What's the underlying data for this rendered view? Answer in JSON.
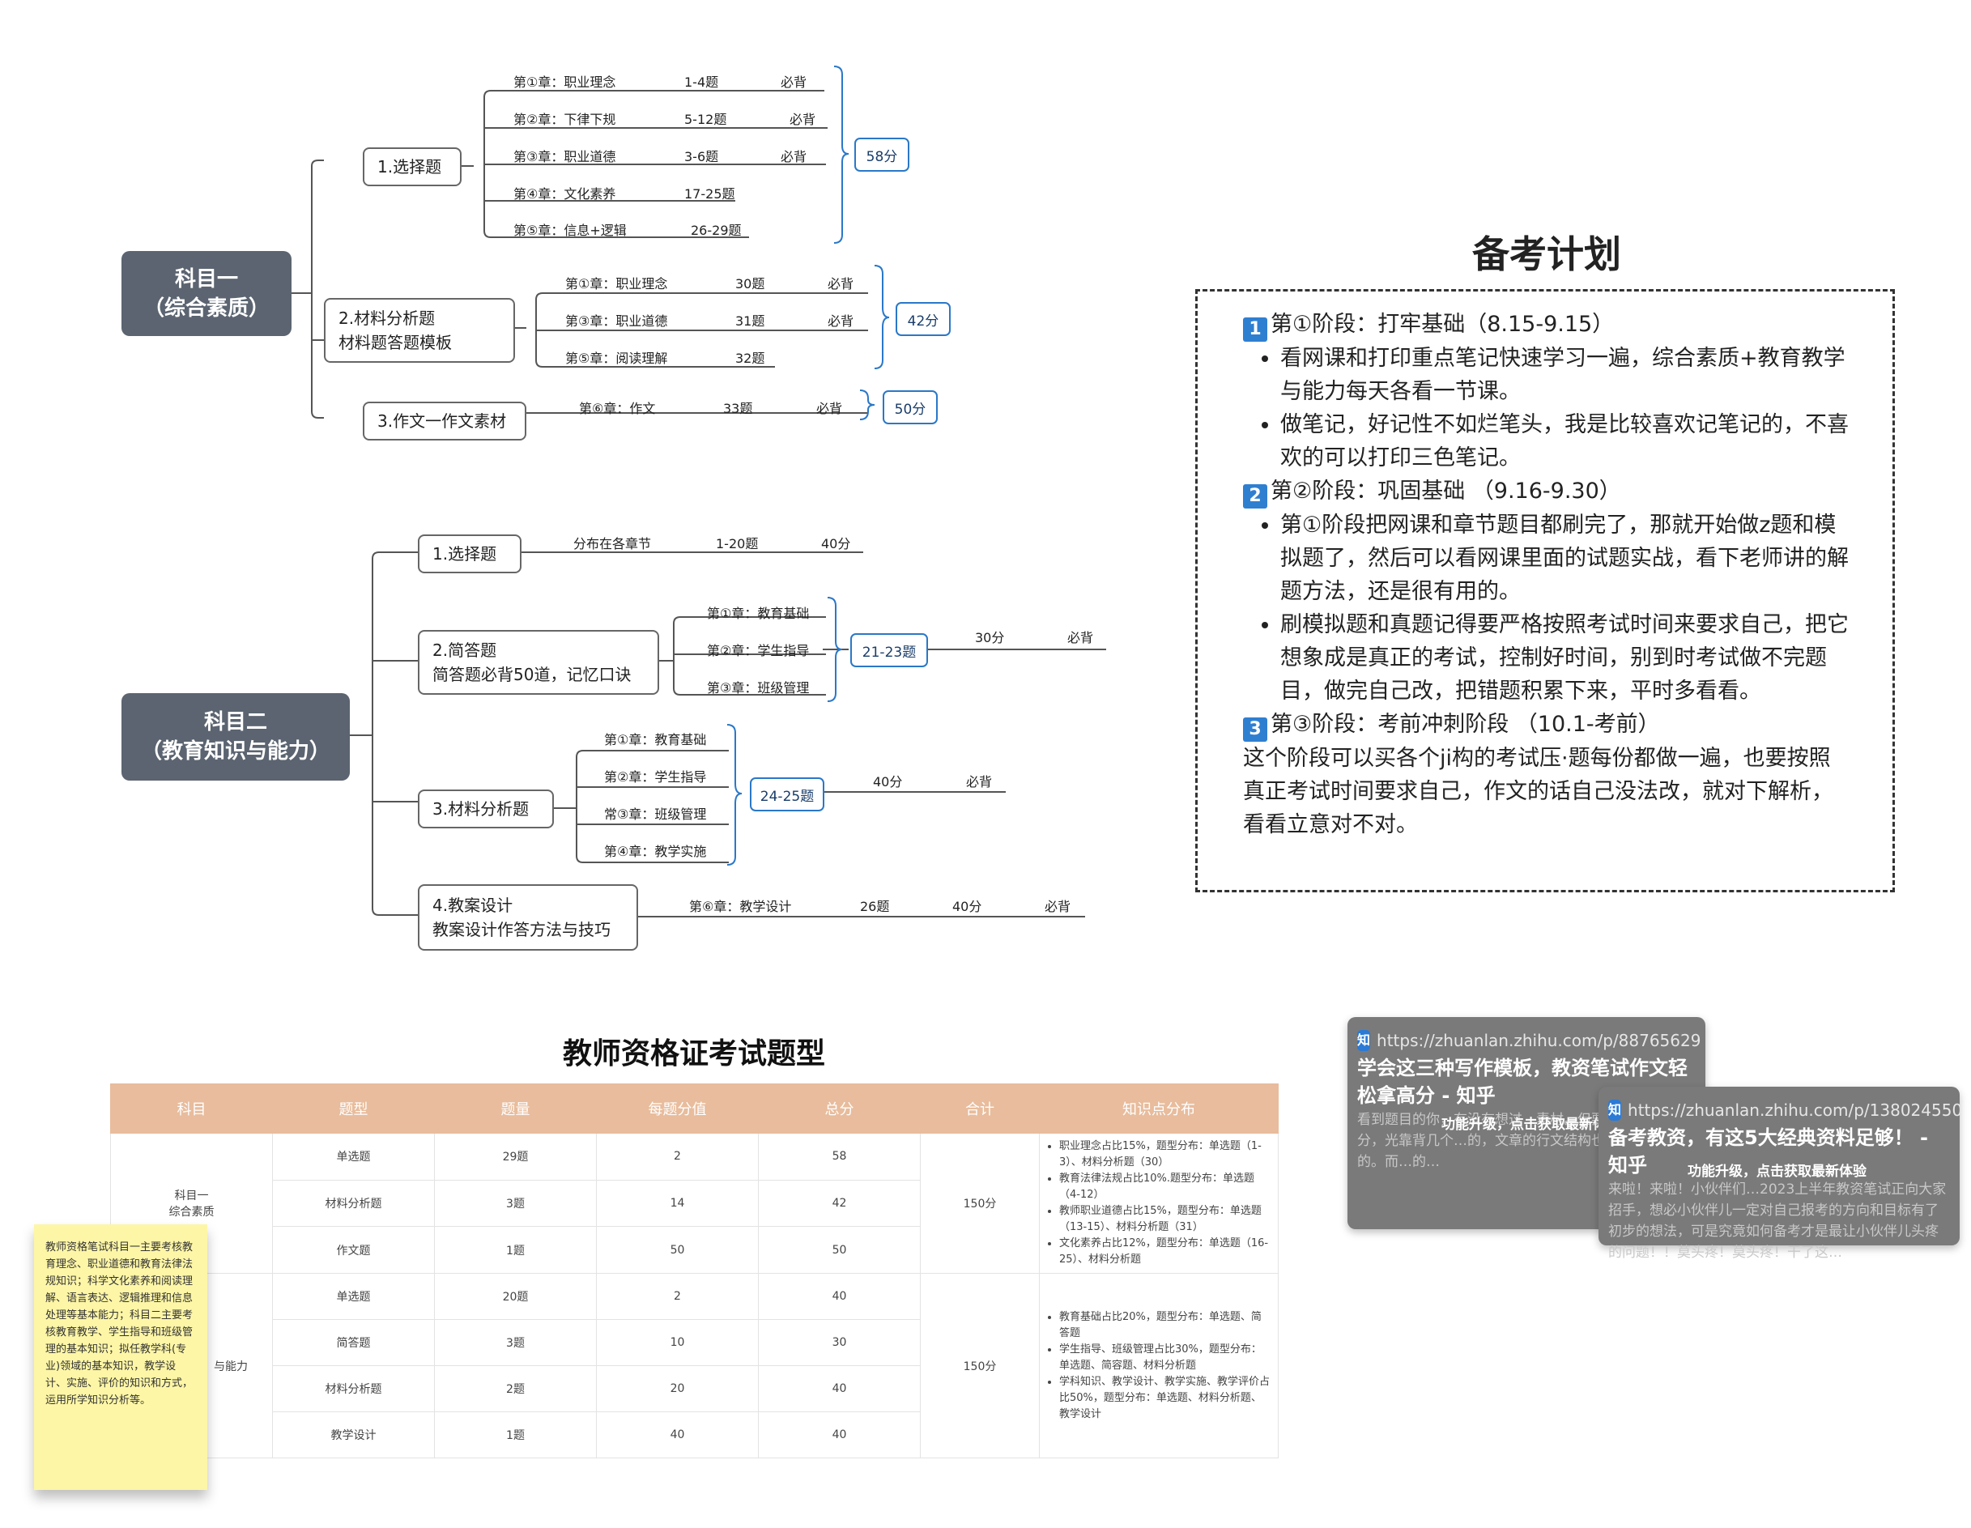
{
  "mindmap1": {
    "root": "科目一\n（综合素质）",
    "choice": {
      "label": "1.选择题",
      "rows": [
        {
          "chapter": "第①章：职业理念",
          "questions": "1-4题",
          "note": "必背"
        },
        {
          "chapter": "第②章：下律下规",
          "questions": "5-12题",
          "note": "必背"
        },
        {
          "chapter": "第③章：职业道德",
          "questions": "3-6题",
          "note": "必背"
        },
        {
          "chapter": "第④章：文化素养",
          "questions": "17-25题",
          "note": ""
        },
        {
          "chapter": "第⑤章：信息+逻辑",
          "questions": "26-29题",
          "note": ""
        }
      ],
      "score": "58分"
    },
    "material": {
      "label": "2.材料分析题\n材料题答题模板",
      "rows": [
        {
          "chapter": "第①章：职业理念",
          "questions": "30题",
          "note": "必背"
        },
        {
          "chapter": "第③章：职业道德",
          "questions": "31题",
          "note": "必背"
        },
        {
          "chapter": "第⑤章：阅读理解",
          "questions": "32题",
          "note": ""
        }
      ],
      "score": "42分"
    },
    "essay": {
      "label": "3.作文一作文素材",
      "row": {
        "chapter": "第⑥章：作文",
        "questions": "33题",
        "note": "必背"
      },
      "score": "50分"
    }
  },
  "mindmap2": {
    "root": "科目二\n（教育知识与能力）",
    "choice": {
      "label": "1.选择题",
      "row": {
        "chapter": "分布在各章节",
        "questions": "1-20题",
        "score": "40分"
      }
    },
    "short": {
      "label": "2.简答题\n简答题必背50道，记忆口诀",
      "rows": [
        "第①章：教育基础",
        "第②章：学生指导",
        "第③章：班级管理"
      ],
      "tag": "21-23题",
      "score": "30分",
      "note": "必背"
    },
    "material": {
      "label": "3.材料分析题",
      "rows": [
        "第①章：教育基础",
        "第②章：学生指导",
        "常③章：班级管理",
        "第④章：教学实施"
      ],
      "tag": "24-25题",
      "score": "40分",
      "note": "必背"
    },
    "design": {
      "label": "4.教案设计\n教案设计作答方法与技巧",
      "row": {
        "chapter": "第⑥章：教学设计",
        "questions": "26题",
        "score": "40分",
        "note": "必背"
      }
    }
  },
  "plan": {
    "title": "备考计划",
    "stage1": {
      "num": "1",
      "title": "第①阶段：打牢基础（8.15-9.15）",
      "bullets": [
        "看网课和打印重点笔记快速学习一遍，综合素质+教育教学与能力每天各看一节课。",
        "做笔记，好记性不如烂笔头，我是比较喜欢记笔记的，不喜欢的可以打印三色笔记。"
      ]
    },
    "stage2": {
      "num": "2",
      "title": "第②阶段：巩固基础 （9.16-9.30）",
      "bullets": [
        "第①阶段把网课和章节题目都刷完了，那就开始做z题和模拟题了，然后可以看网课里面的试题实战，看下老师讲的解题方法，还是很有用的。",
        "刷模拟题和真题记得要严格按照考试时间来要求自己，把它想象成是真正的考试，控制好时间，别到时考试做不完题目，做完自己改，把错题积累下来，平时多看看。"
      ]
    },
    "stage3": {
      "num": "3",
      "title": "第③阶段：考前冲刺阶段 （10.1-考前）",
      "text": "这个阶段可以买各个ji构的考试压·题每份都做一遍，也要按照真正考试时间要求自己，作文的话自己没法改，就对下解析，看看立意对不对。"
    }
  },
  "table": {
    "title": "教师资格证考试题型",
    "headers": [
      "科目",
      "题型",
      "题量",
      "每题分值",
      "总分",
      "合计",
      "知识点分布"
    ],
    "subject1": {
      "name": "科目一\n综合素质",
      "rows": [
        [
          "单选题",
          "29题",
          "2",
          "58"
        ],
        [
          "材料分析题",
          "3题",
          "14",
          "42"
        ],
        [
          "作文题",
          "1题",
          "50",
          "50"
        ]
      ],
      "total": "150分",
      "points": [
        "职业理念占比15%，题型分布：单选题（1-3）、材料分析题（30）",
        "教育法律法规占比10%.题型分布：单选题（4-12）",
        "教师职业道德占比15%，题型分布：单选题（13-15）、材料分析题（31）",
        "文化素养占比12%，题型分布：单选题（16-25）、材料分析题"
      ]
    },
    "subject2": {
      "name": "与能力",
      "rows": [
        [
          "单选题",
          "20题",
          "2",
          "40"
        ],
        [
          "简答题",
          "3题",
          "10",
          "30"
        ],
        [
          "材料分析题",
          "2题",
          "20",
          "40"
        ],
        [
          "教学设计",
          "1题",
          "40",
          "40"
        ]
      ],
      "total": "150分",
      "points": [
        "教育基础占比20%，题型分布：单选题、简答题",
        "学生指导、班级管理占比30%，题型分布：单选题、简容题、材料分析题",
        "学科知识、教学设计、教学实施、教学评价占比50%，题型分布：单选题、材料分析题、教学设计"
      ]
    }
  },
  "sticky": {
    "text": "教师资格笔试科目一主要考核教育理念、职业道德和教育法律法规知识；科学文化素养和阅读理解、语言表达、逻辑推理和信息处理等基本能力；科目二主要考核教育教学、学生指导和班级管理的基本知识；拟任教学科(专业)领域的基本知识，教学设计、实施、评价的知识和方式，运用所学知识分析等。"
  },
  "cards": [
    {
      "icon": "知",
      "url": "https://zhuanlan.zhihu.com/p/88765629",
      "title": "学会这三种写作模板，教资笔试作文轻松拿高分 - 知乎",
      "desc": "看到题目的你，有没有想过…素材。但要想作文得高分，光靠背几个…的，文章的行文结构也是至关重要的。而…的…",
      "notice": "功能升级，点击获取最新体"
    },
    {
      "icon": "知",
      "url": "https://zhuanlan.zhihu.com/p/138024550",
      "title": "备考教资，有这5大经典资料足够！ - 知乎",
      "desc": "来啦！来啦！小伙伴们…2023上半年教资笔试正向大家招手，想必小伙伴儿一定对自己报考的方向和目标有了初步的想法，可是究竟如何备考才是最让小伙伴儿头疼的问题！！莫头疼！莫头疼！干了这…",
      "notice": "功能升级，点击获取最新体验"
    }
  ]
}
